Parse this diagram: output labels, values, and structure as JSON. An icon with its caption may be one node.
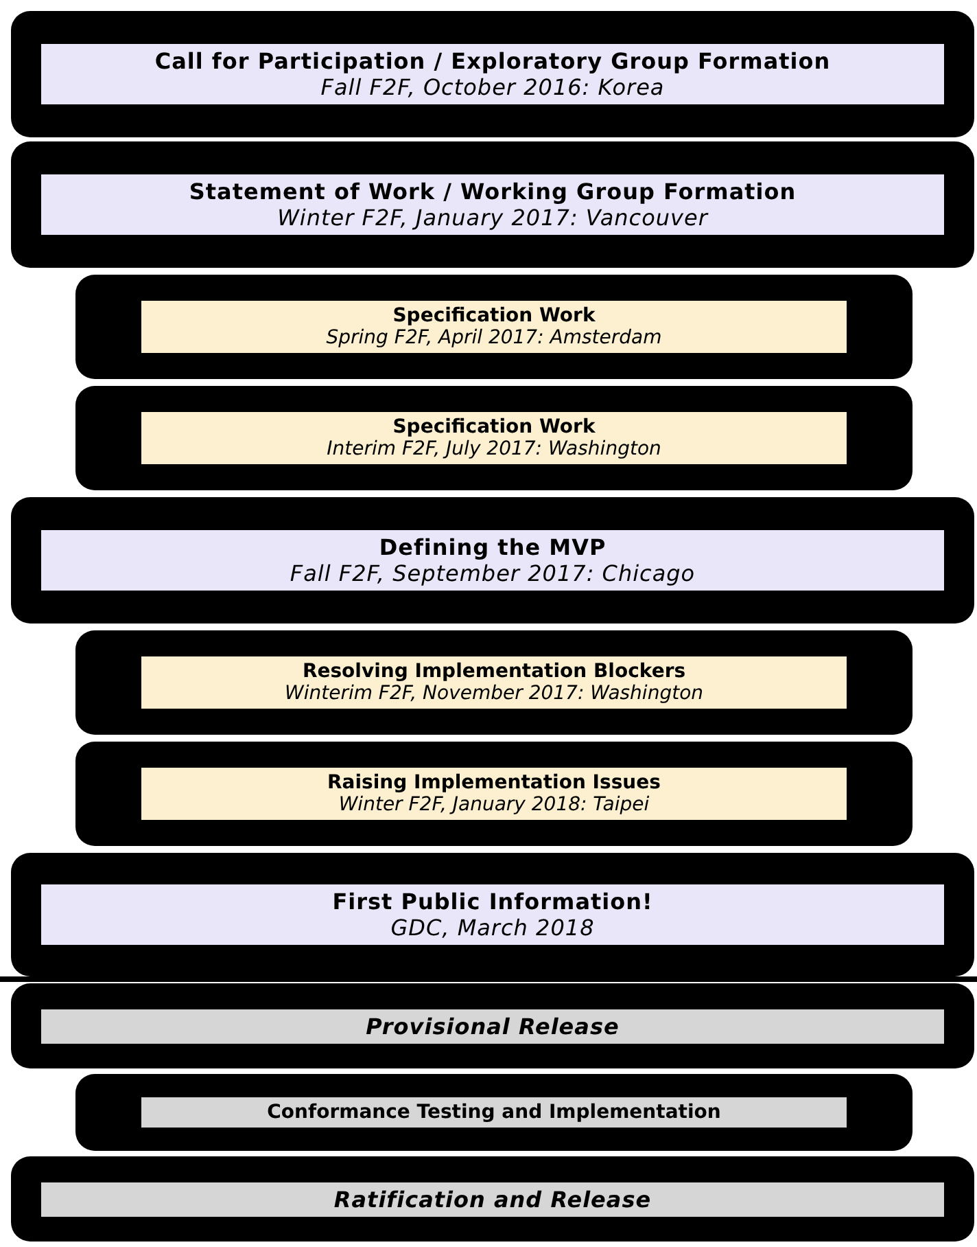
{
  "diagram": {
    "nodes": [
      {
        "text": [
          "Call for Participation / Exploratory Group Formation",
          "Fall F2F, October 2016: Korea"
        ]
      },
      {
        "text": [
          "Statement of Work / Working Group Formation",
          "Winter F2F, January 2017: Vancouver"
        ]
      },
      {
        "text": [
          "Specification Work",
          "Spring F2F, April 2017: Amsterdam"
        ]
      },
      {
        "text": [
          "Specification Work",
          "Interim F2F, July 2017: Washington"
        ]
      },
      {
        "text": [
          "Defining the MVP",
          "Fall F2F, September 2017: Chicago"
        ]
      },
      {
        "text": [
          "Resolving Implementation Blockers",
          "Winterim F2F, November 2017: Washington"
        ]
      },
      {
        "text": [
          "Raising Implementation Issues",
          "Winter F2F, January 2018: Taipei"
        ]
      },
      {
        "text": [
          "First Public Information!",
          "GDC, March 2018"
        ]
      },
      {
        "text": [
          "Provisional Release"
        ]
      },
      {
        "text": [
          "Conformance Testing and Implementation"
        ]
      },
      {
        "text": [
          "Ratification and Release"
        ]
      }
    ]
  }
}
